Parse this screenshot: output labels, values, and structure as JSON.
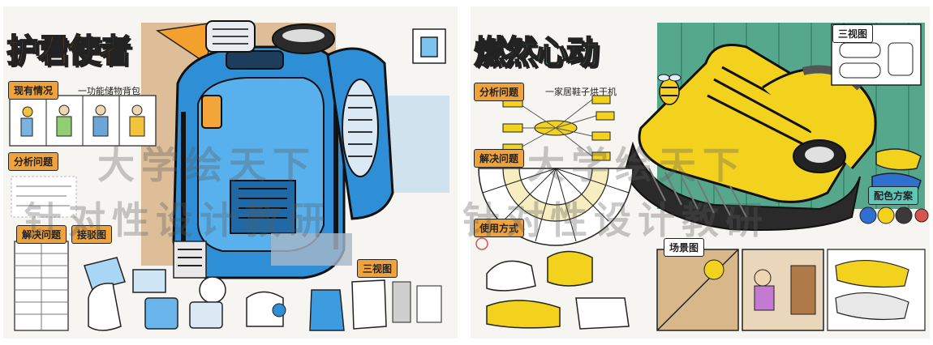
{
  "left_board": {
    "title": "护君使者",
    "sections": {
      "current": "现有情况",
      "current_note": "一功能储物背包",
      "analysis": "分析问题",
      "solution": "解决问题",
      "detail": "接驳图",
      "three_view": "三视图"
    },
    "colors": {
      "accent": "#f38a1e",
      "bag_blue": "#2f8fd6"
    }
  },
  "right_board": {
    "title": "燃然心动",
    "sections": {
      "analysis": "分析问题",
      "analysis_note": "一家居鞋子烘干机",
      "solution": "解决问题",
      "usage": "使用方式",
      "scene": "场景图",
      "three_view": "三视图",
      "color_scheme": "配色方案"
    },
    "colors": {
      "accent": "#f3d21e",
      "mint": "#5fd0a0"
    }
  },
  "watermark": {
    "line1": "大学绘天下",
    "line2": "针对性设计教研"
  }
}
